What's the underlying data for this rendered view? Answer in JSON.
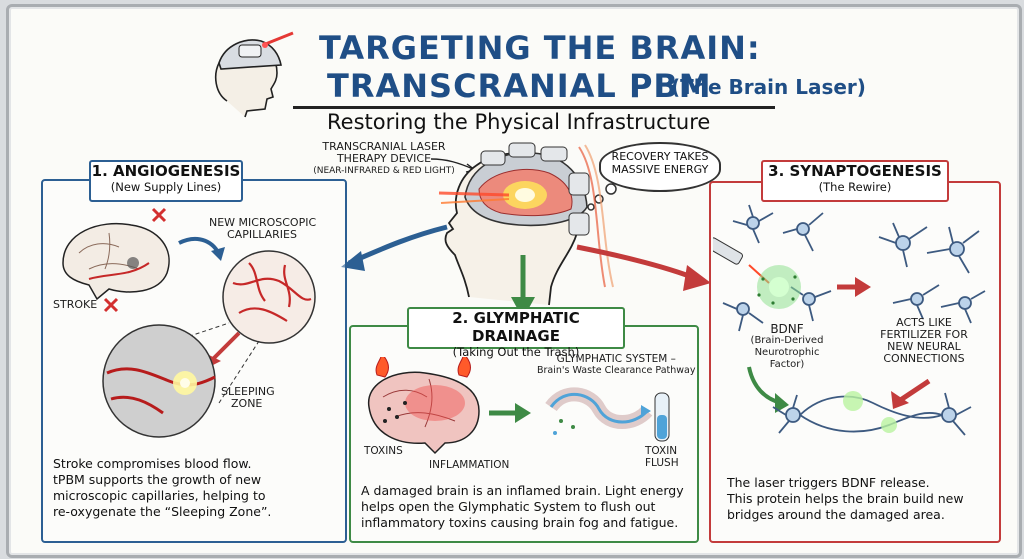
{
  "title": {
    "line1": "TARGETING THE BRAIN:",
    "line2": "TRANSCRANIAL PBM",
    "line2_sub": "(The Brain Laser)",
    "subtitle": "Restoring the Physical Infrastructure"
  },
  "device": {
    "label_line1": "TRANSCRANIAL LASER",
    "label_line2": "THERAPY DEVICE",
    "label_line3": "(NEAR-INFRARED & RED LIGHT)"
  },
  "thought": {
    "line1": "RECOVERY TAKES",
    "line2": "MASSIVE ENERGY"
  },
  "angiogenesis": {
    "heading": "1. ANGIOGENESIS",
    "subheading": "(New Supply Lines)",
    "capillaries_line1": "NEW MICROSCOPIC",
    "capillaries_line2": "CAPILLARIES",
    "stroke_label": "STROKE",
    "sleeping_line1": "SLEEPING",
    "sleeping_line2": "ZONE",
    "body_line1": "Stroke compromises blood flow.",
    "body_line2": "tPBM supports the growth of new",
    "body_line3": "microscopic capillaries, helping to",
    "body_line4": "re-oxygenate the “Sleeping Zone”."
  },
  "glymphatic": {
    "heading": "2. GLYMPHATIC DRAINAGE",
    "subheading": "(Taking Out the Trash)",
    "system_line1": "GLYMPHATIC SYSTEM –",
    "system_line2": "Brain's Waste Clearance Pathway",
    "toxins_label": "TOXINS",
    "inflammation_label": "INFLAMMATION",
    "flush_line1": "TOXIN",
    "flush_line2": "FLUSH",
    "body_line1": "A damaged brain is an inflamed brain. Light energy",
    "body_line2": "helps open the Glymphatic System to flush out",
    "body_line3": "inflammatory toxins causing brain fog and fatigue."
  },
  "synaptogenesis": {
    "heading": "3. SYNAPTOGENESIS",
    "subheading": "(The Rewire)",
    "bdnf_label": "BDNF",
    "bdnf_line1": "(Brain-Derived",
    "bdnf_line2": "Neurotrophic Factor)",
    "fert_line1": "ACTS LIKE",
    "fert_line2": "FERTILIZER FOR",
    "fert_line3": "NEW NEURAL",
    "fert_line4": "CONNECTIONS",
    "body_line1": "The laser triggers BDNF release.",
    "body_line2": "This protein helps the brain build new",
    "body_line3": "bridges around the damaged area."
  },
  "colors": {
    "blue": "#2c5f93",
    "green": "#3e8a45",
    "red": "#c33b3b",
    "title": "#1f4e86"
  }
}
